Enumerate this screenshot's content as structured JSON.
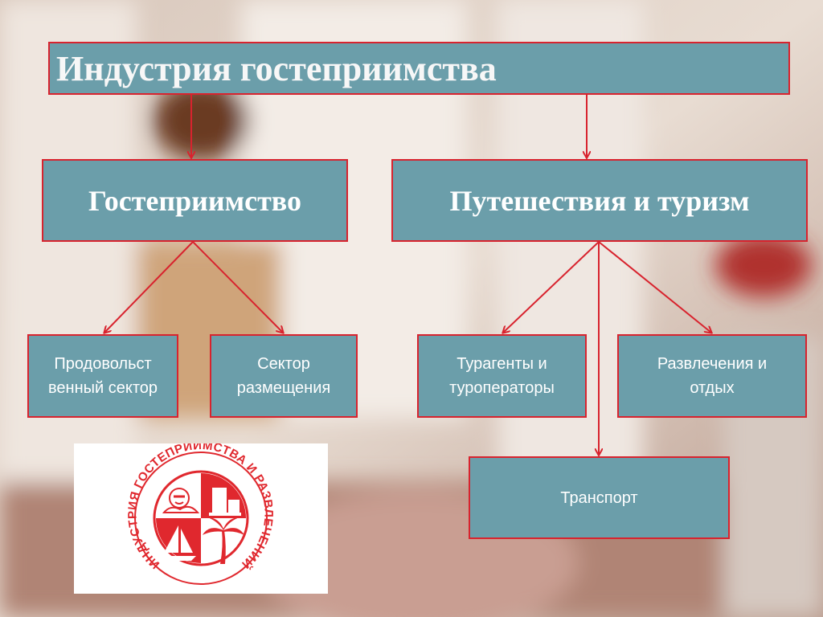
{
  "title": "Индустрия гостеприимства",
  "nodes": {
    "hospitality": "Гостеприимство",
    "travel": "Путешествия и туризм",
    "food": "Продовольст венный сектор",
    "lodging": "Сектор размещения",
    "agents": "Турагенты и туроператоры",
    "leisure": "Развлечения и отдых",
    "transport": "Транспорт"
  },
  "logo": {
    "ring_text": "ИНДУСТРИЯ ГОСТЕПРИИМСТВА И РАЗВЛЕЧЕНИЙ",
    "icons": [
      "sun-face-icon",
      "hotel-building-icon",
      "sailboat-icon",
      "palm-tree-icon"
    ]
  },
  "colors": {
    "box_fill": "#6b9eaa",
    "box_border": "#d8232e",
    "arrow": "#d8232e",
    "logo_red": "#e0282e"
  }
}
